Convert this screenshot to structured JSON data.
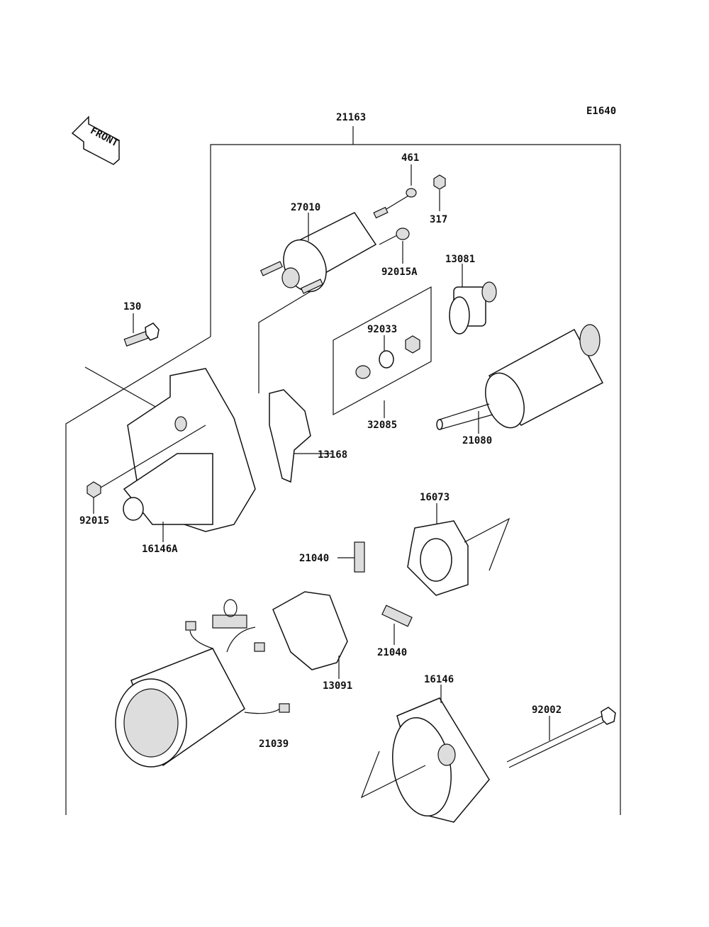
{
  "diagram_code": "E1640",
  "front_marker": "FRONT",
  "parts": {
    "assembly": "21163",
    "washer": "461",
    "nut": "317",
    "solenoid": "27010",
    "nut_a": "92015A",
    "pinion": "13081",
    "bolt": "130",
    "circlip": "92033",
    "gear_kit": "32085",
    "armature": "21080",
    "lever": "13168",
    "nut_b": "92015",
    "front_housing": "16146A",
    "brush_plate": "16073",
    "spring_1": "21040",
    "spring_2": "21040",
    "brush_holder": "13091",
    "yoke": "21039",
    "rear_cover": "16146",
    "through_bolt": "92002"
  }
}
